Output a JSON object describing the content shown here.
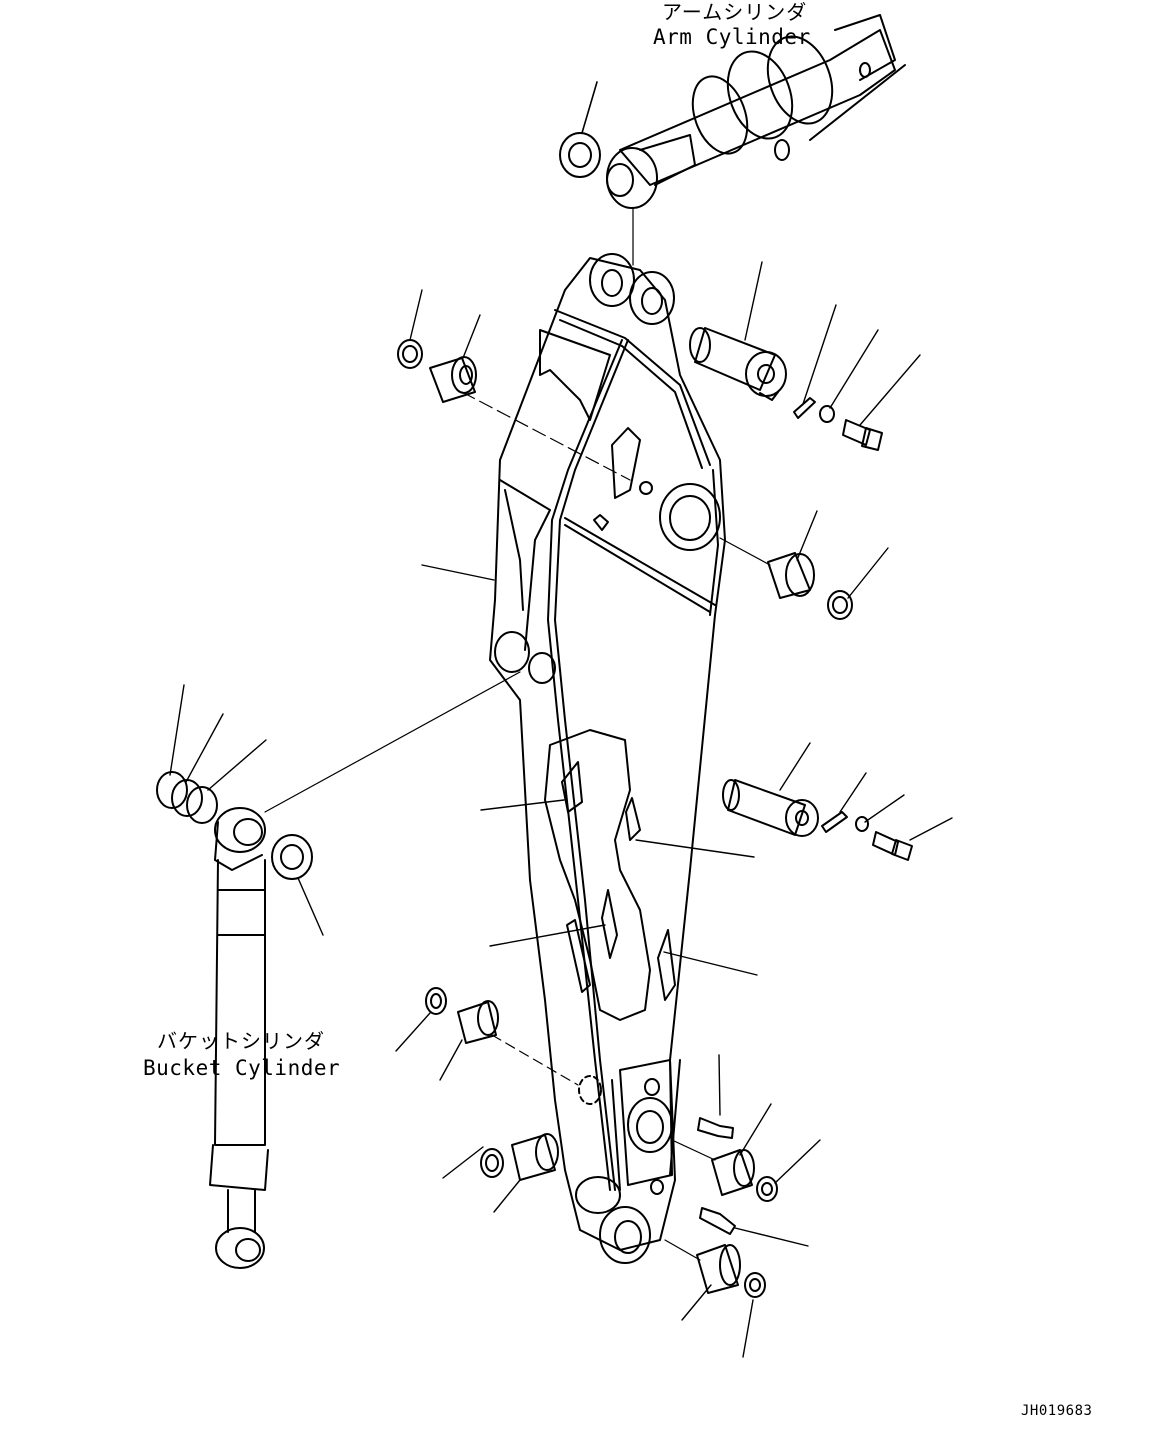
{
  "labels": {
    "arm_cylinder_jp": "アームシリンダ",
    "arm_cylinder_en": "Arm Cylinder",
    "bucket_cylinder_jp": "バケットシリンダ",
    "bucket_cylinder_en": "Bucket Cylinder",
    "drawing_id": "JH019683"
  },
  "colors": {
    "line": "#000000",
    "background": "#ffffff"
  }
}
